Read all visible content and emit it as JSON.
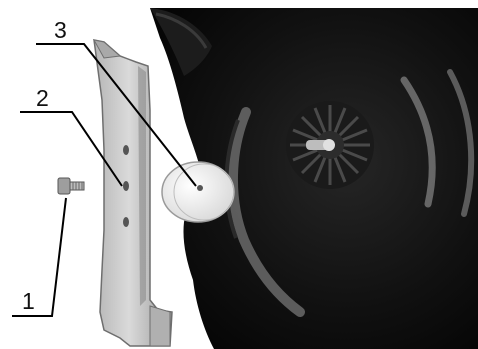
{
  "callouts": [
    {
      "id": "1",
      "label": "1",
      "part": "blade-bolt"
    },
    {
      "id": "2",
      "label": "2",
      "part": "blade"
    },
    {
      "id": "3",
      "label": "3",
      "part": "blade-holder-disc"
    }
  ],
  "colors": {
    "background": "#ffffff",
    "mower_body": "#0d0d0d",
    "mower_highlight": "#5a5a5a",
    "blade": "#c9c9c9",
    "blade_shadow": "#8a8a8a",
    "disc": "#f0f0f0",
    "leader_line": "#000000",
    "label_text": "#111111"
  }
}
